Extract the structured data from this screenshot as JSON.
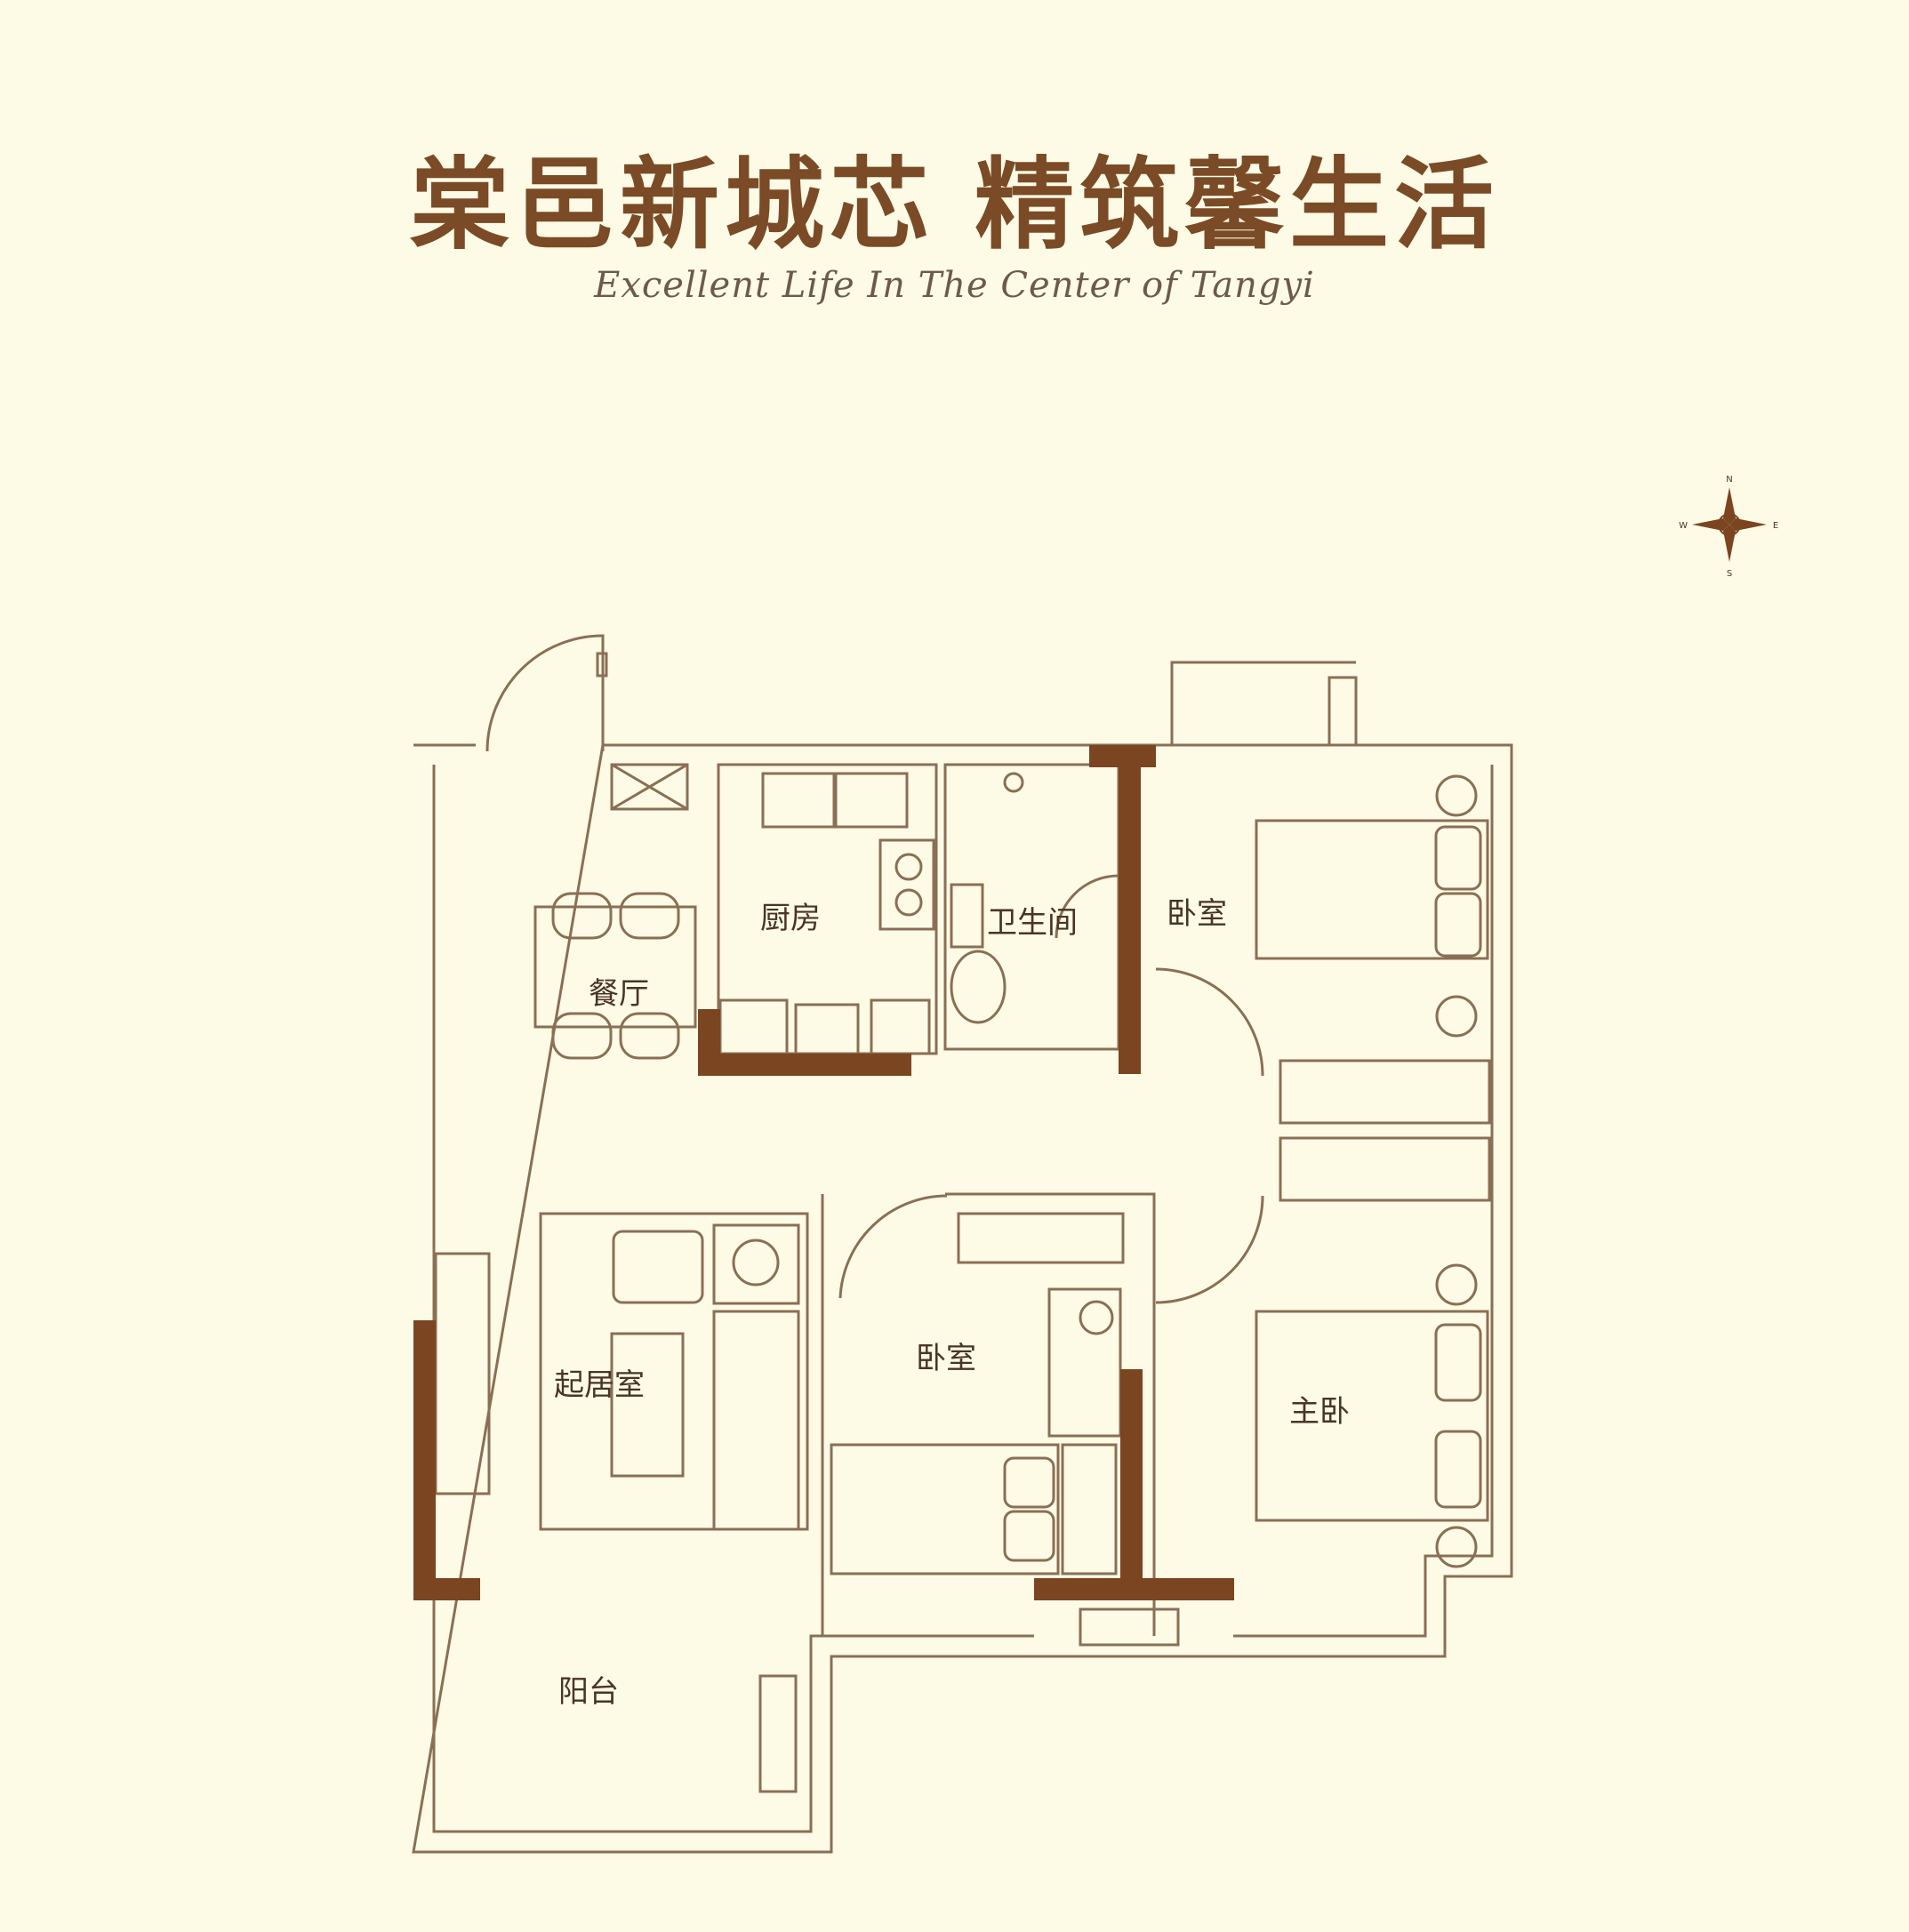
{
  "title": "棠邑新城芯 精筑馨生活",
  "subtitle": "Excellent Life In The Center of Tangyi",
  "compass": {
    "n": "N",
    "e": "E",
    "s": "S",
    "w": "W"
  },
  "rooms": {
    "dining": "餐厅",
    "kitchen": "厨房",
    "bathroom": "卫生间",
    "bedroom_ne": "卧室",
    "living": "起居室",
    "bedroom_mid": "卧室",
    "master": "主卧",
    "balcony": "阳台"
  },
  "colors": {
    "background": "#fdfbe6",
    "line": "#8a6f55",
    "wall": "#7a4520",
    "title": "#7a4b26"
  }
}
